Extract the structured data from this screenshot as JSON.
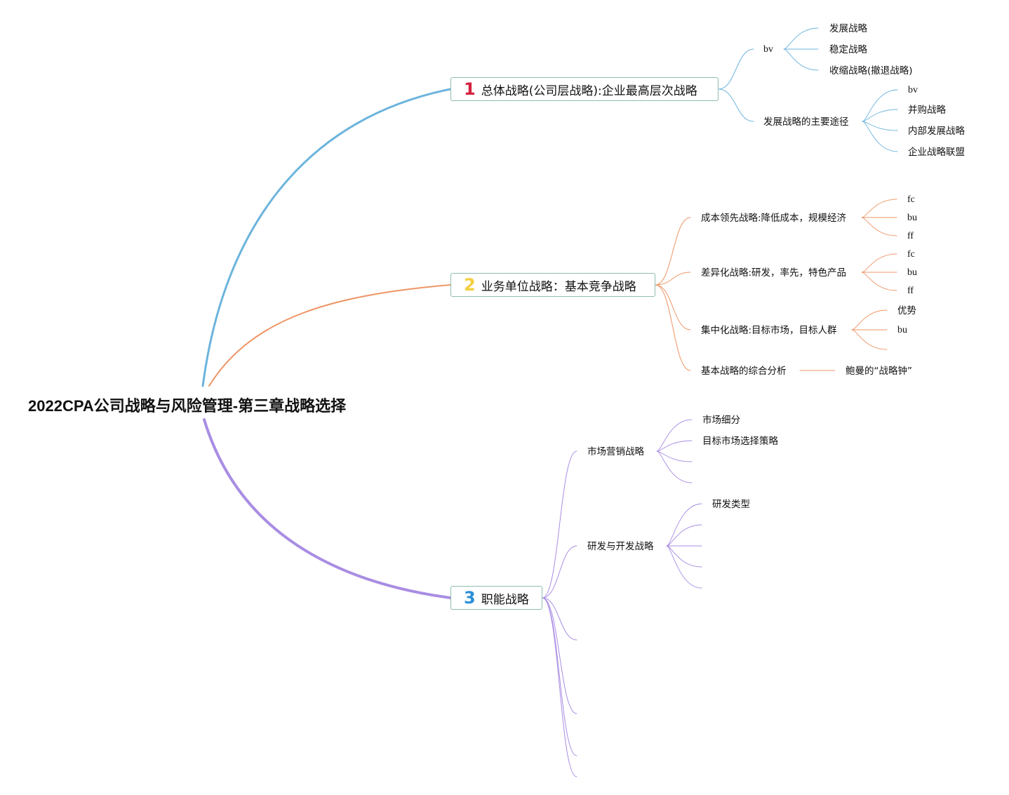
{
  "root": {
    "title": "2022CPA公司战略与风险管理-第三章战略选择"
  },
  "colors": {
    "blue": "#6cb4dd",
    "orange": "#ee9565",
    "purple": "#a98de3",
    "num1": "#d4213d",
    "num2": "#f2cf3e",
    "num3": "#2b8fd7"
  },
  "branches": [
    {
      "number": "1",
      "label": "总体战略(公司层战略):企业最高层次战略",
      "children": [
        {
          "label": "bv",
          "children": [
            "发展战略",
            "稳定战略",
            "收缩战略(撤退战略)"
          ]
        },
        {
          "label": "发展战略的主要途径",
          "children": [
            "bv",
            "并购战略",
            "内部发展战略",
            "企业战略联盟"
          ]
        }
      ]
    },
    {
      "number": "2",
      "label": "业务单位战略：基本竞争战略",
      "children": [
        {
          "label": "成本领先战略:降低成本，规模经济",
          "children": [
            "fc",
            "bu",
            "ff"
          ]
        },
        {
          "label": "差异化战略:研发，率先，特色产品",
          "children": [
            "fc",
            "bu",
            "ff"
          ]
        },
        {
          "label": "集中化战略:目标市场，目标人群",
          "children": [
            "优势",
            "bu",
            ""
          ]
        },
        {
          "label": "基本战略的综合分析",
          "children": [
            "鲍曼的“战略钟”"
          ]
        }
      ]
    },
    {
      "number": "3",
      "label": "职能战略",
      "children": [
        {
          "label": "市场营销战略",
          "children": [
            "市场细分",
            "目标市场选择策略",
            "",
            ""
          ]
        },
        {
          "label": "研发与开发战略",
          "children": [
            "研发类型",
            "",
            "",
            "",
            ""
          ]
        },
        {
          "label": "",
          "children": []
        },
        {
          "label": "",
          "children": []
        },
        {
          "label": "",
          "children": []
        },
        {
          "label": "",
          "children": []
        }
      ]
    }
  ]
}
